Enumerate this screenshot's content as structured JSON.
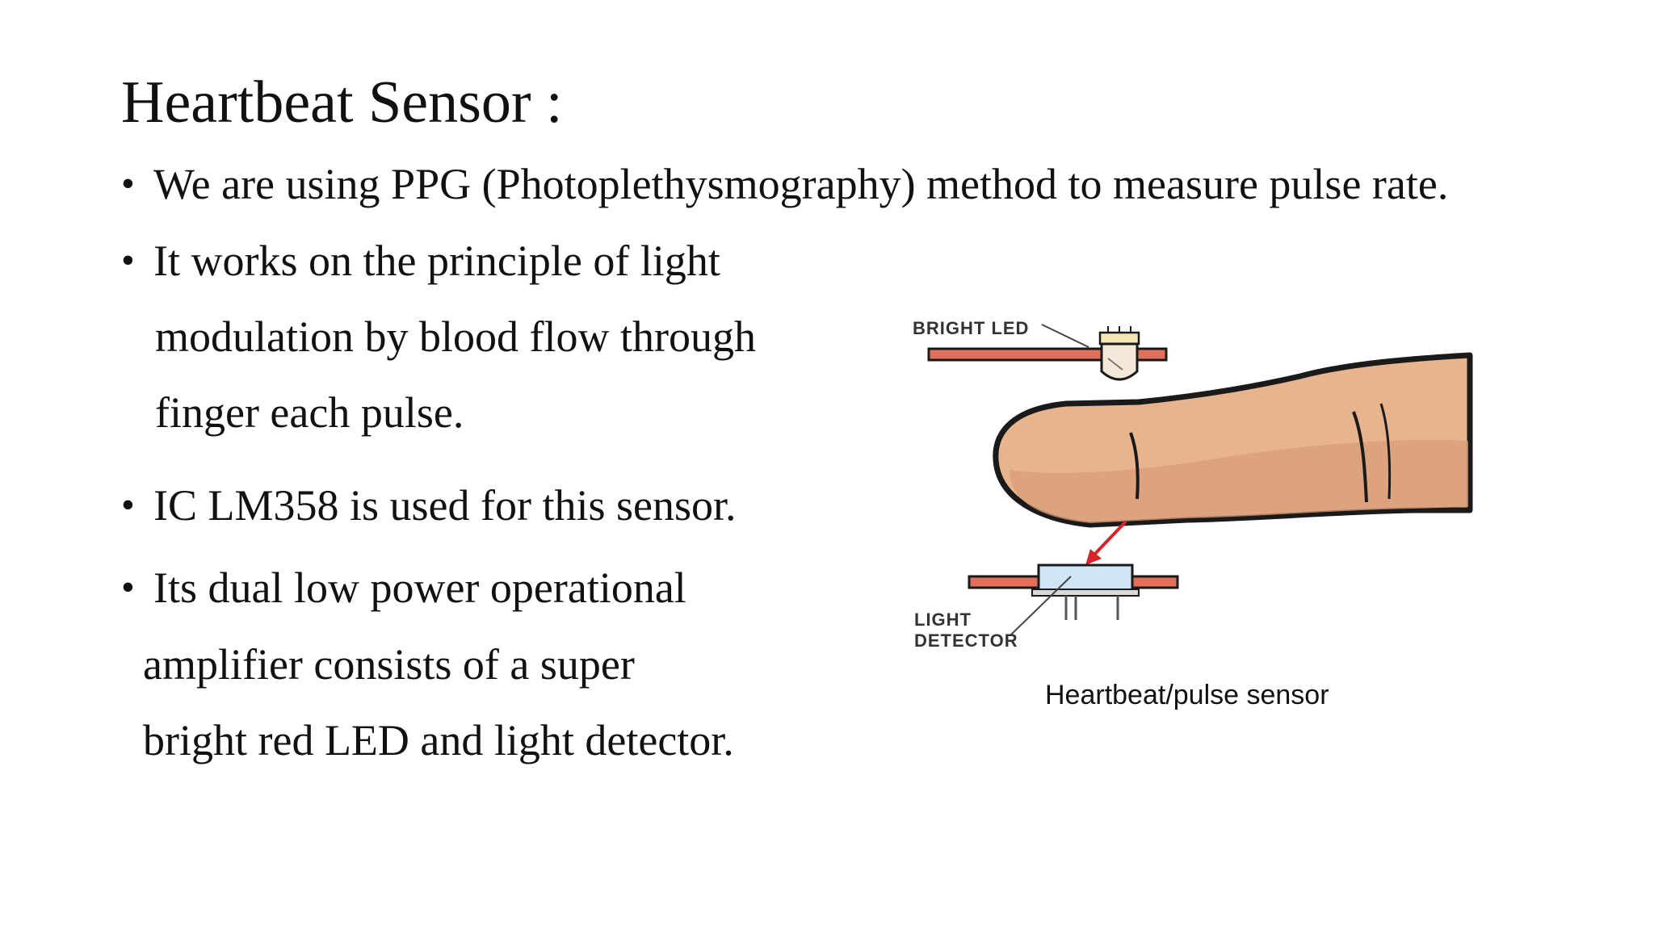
{
  "slide": {
    "title": "Heartbeat Sensor :",
    "bullets": [
      {
        "marker": "•",
        "lines": [
          "We are using PPG (Photoplethysmography) method to measure pulse rate."
        ]
      },
      {
        "marker": "•",
        "lines": [
          "It works on the principle of light",
          "modulation by blood flow through",
          "finger each pulse."
        ]
      },
      {
        "marker": "•",
        "lines": [
          "IC LM358 is used for this sensor."
        ]
      },
      {
        "marker": "•",
        "lines": [
          "Its dual low power operational",
          "amplifier consists of a super",
          "bright red LED and light detector."
        ]
      }
    ]
  },
  "figure": {
    "label_led": "BRIGHT LED",
    "label_detector_line1": "LIGHT",
    "label_detector_line2": "DETECTOR",
    "caption": "Heartbeat/pulse sensor",
    "colors": {
      "skin": "#e8b48e",
      "skin_shadow": "#d99e78",
      "outline": "#1a1a1a",
      "board": "#e0705a",
      "led": "#f6e8d8",
      "detector": "#cfe6f6",
      "arrow": "#d6242a"
    }
  }
}
